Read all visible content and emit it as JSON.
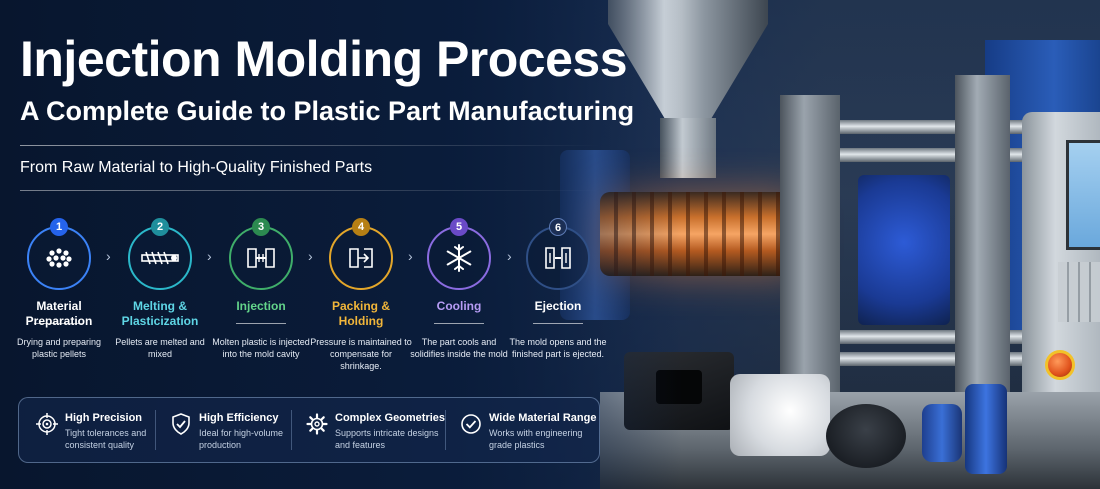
{
  "header": {
    "title": "Injection Molding Process",
    "subtitle": "A Complete Guide to Plastic Part Manufacturing",
    "tagline": "From Raw Material to High-Quality Finished Parts"
  },
  "steps": [
    {
      "number": "1",
      "name": "Material Preparation",
      "description": "Drying and preparing plastic pellets",
      "icon": "pellets-icon",
      "color": "#3b82f6",
      "name_color": "#ffffff"
    },
    {
      "number": "2",
      "name": "Melting & Plasticization",
      "description": "Pellets are melted and mixed",
      "icon": "screw-icon",
      "color": "#2bb7c9",
      "name_color": "#5fd6e6"
    },
    {
      "number": "3",
      "name": "Injection",
      "description": "Molten plastic is injected into the mold cavity",
      "icon": "injection-icon",
      "color": "#3fae6a",
      "name_color": "#63d48a"
    },
    {
      "number": "4",
      "name": "Packing & Holding",
      "description": "Pressure is maintained to compensate for shrinkage.",
      "icon": "packing-icon",
      "color": "#e3a62a",
      "name_color": "#f2b63a"
    },
    {
      "number": "5",
      "name": "Cooling",
      "description": "The part cools and solidifies inside the mold",
      "icon": "snowflake-icon",
      "color": "#8a6be0",
      "name_color": "#b79cf5"
    },
    {
      "number": "6",
      "name": "Ejection",
      "description": "The mold opens and the finished part is ejected.",
      "icon": "ejection-icon",
      "color": "#2f4f86",
      "name_color": "#ffffff"
    }
  ],
  "features": [
    {
      "title": "High Precision",
      "description": "Tight tolerances and consistent quality",
      "icon": "target-icon"
    },
    {
      "title": "High Efficiency",
      "description": "Ideal for high-volume production",
      "icon": "shield-check-icon"
    },
    {
      "title": "Complex Geometries",
      "description": "Supports intricate designs and features",
      "icon": "gear-icon"
    },
    {
      "title": "Wide Material Range",
      "description": "Works with engineering grade plastics",
      "icon": "check-circle-icon"
    }
  ]
}
